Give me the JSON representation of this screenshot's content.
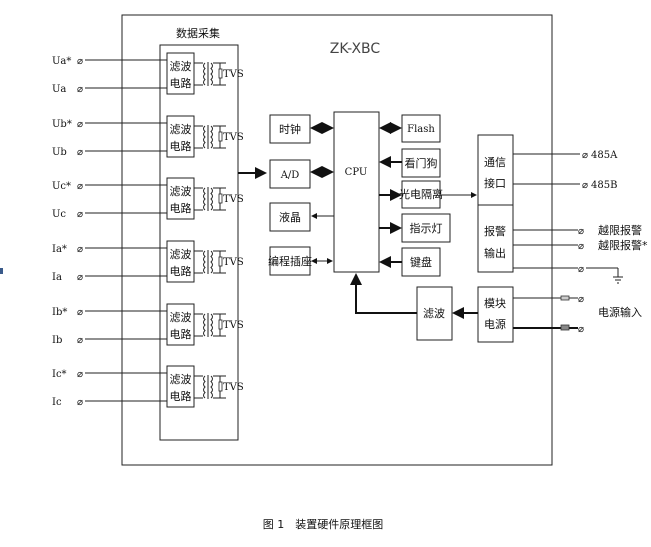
{
  "diagram": {
    "title": "ZK-XBC",
    "acquisition_label": "数据采集",
    "inputs": [
      {
        "plus": "Ua*",
        "minus": "Ua"
      },
      {
        "plus": "Ub*",
        "minus": "Ub"
      },
      {
        "plus": "Uc*",
        "minus": "Uc"
      },
      {
        "plus": "Ia*",
        "minus": "Ia"
      },
      {
        "plus": "Ib*",
        "minus": "Ib"
      },
      {
        "plus": "Ic*",
        "minus": "Ic"
      }
    ],
    "filter_label_line1": "滤波",
    "filter_label_line2": "电路",
    "tvs_label": "TVS",
    "left_blocks": {
      "clock": "时钟",
      "ad": "A/D",
      "lcd": "液晶",
      "prog": "编程插座"
    },
    "cpu": "CPU",
    "right_blocks": {
      "flash": "Flash",
      "watchdog": "看门狗",
      "opto": "光电隔离",
      "led": "指示灯",
      "keyboard": "键盘"
    },
    "comm": {
      "line1": "通信",
      "line2": "接口"
    },
    "alarm": {
      "line1": "报警",
      "line2": "输出"
    },
    "power_module": {
      "line1": "模块",
      "line2": "电源"
    },
    "power_filter": "滤波",
    "terminals": {
      "a485": "485A",
      "b485": "485B",
      "alarm1": "越限报警",
      "alarm2": "越限报警*",
      "power_in": "电源输入"
    },
    "terminal_symbol": "⌀"
  },
  "caption": "图 1　装置硬件原理框图"
}
